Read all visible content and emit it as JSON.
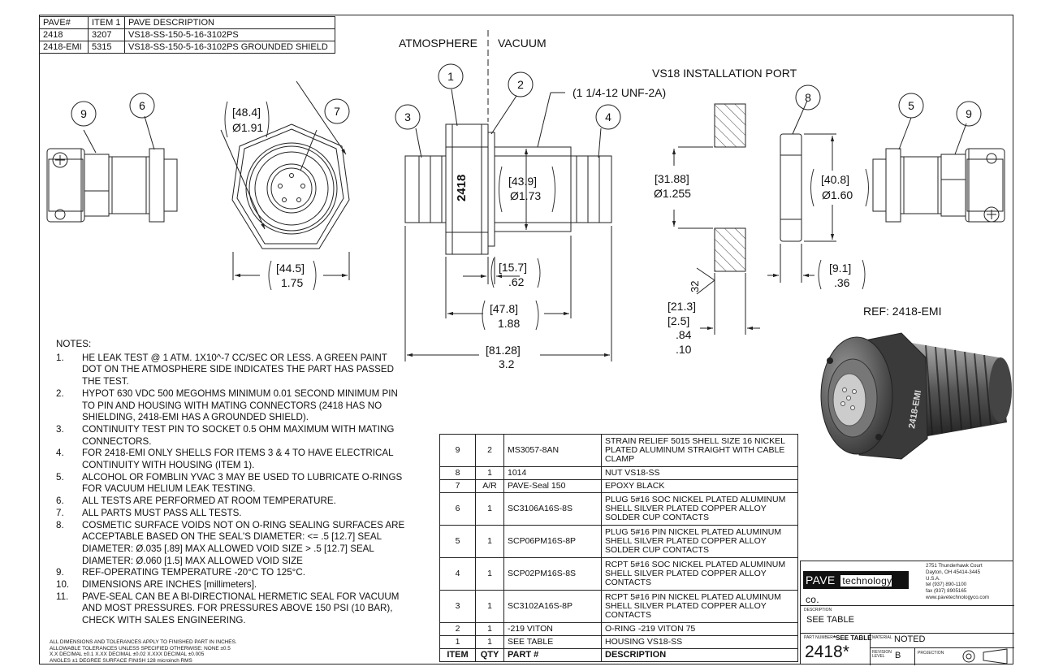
{
  "pave_table": {
    "rows": [
      [
        "PAVE#",
        "ITEM 1",
        "PAVE DESCRIPTION"
      ],
      [
        "2418",
        "3207",
        "VS18-SS-150-5-16-3102PS"
      ],
      [
        "2418-EMI",
        "5315",
        "VS18-SS-150-5-16-3102PS GROUNDED SHIELD"
      ]
    ]
  },
  "labels": {
    "atmosphere": "ATMOSPHERE",
    "vacuum": "VACUUM",
    "install_port": "VS18 INSTALLATION PORT",
    "thread": "(1 1/4-12 UNF-2A)",
    "ref": "REF: 2418-EMI",
    "body_marking": "2418",
    "iso_marking": "2418-EMI",
    "angle": "32"
  },
  "balloons": [
    "9",
    "6",
    "7",
    "1",
    "2",
    "3",
    "4",
    "8",
    "5",
    "9"
  ],
  "dims": {
    "d_48": "[48.4]",
    "d_191": "Ø1.91",
    "d_445": "[44.5]",
    "d_175": "1.75",
    "d_439": "[43.9]",
    "d_173": "Ø1.73",
    "d_157": "[15.7]",
    "d_62": ".62",
    "d_478": "[47.8]",
    "d_188": "1.88",
    "d_8128": "[81.28]",
    "d_32": "3.2",
    "d_3188": "[31.88]",
    "d_1255": "Ø1.255",
    "d_213": "[21.3]",
    "d_25": "[2.5]",
    "d_84": ".84",
    "d_10": ".10",
    "d_408": "[40.8]",
    "d_160": "Ø1.60",
    "d_91": "[9.1]",
    "d_36": ".36"
  },
  "notes": {
    "title": "NOTES:",
    "items": [
      {
        "n": "1.",
        "t": "HE LEAK TEST @ 1 ATM. 1X10^-7 CC/SEC OR LESS. A GREEN PAINT DOT ON THE ATMOSPHERE SIDE INDICATES THE PART HAS PASSED THE TEST."
      },
      {
        "n": "2.",
        "t": "HYPOT 630 VDC 500 MEGOHMS MINIMUM 0.01 SECOND MINIMUM PIN TO PIN AND HOUSING WITH MATING CONNECTORS (2418 HAS NO SHIELDING, 2418-EMI HAS A GROUNDED SHIELD)."
      },
      {
        "n": "3.",
        "t": "CONTINUITY TEST PIN TO SOCKET 0.5 OHM MAXIMUM WITH MATING CONNECTORS."
      },
      {
        "n": "4.",
        "t": "FOR 2418-EMI ONLY SHELLS FOR ITEMS 3 & 4 TO HAVE ELECTRICAL CONTINUITY WITH HOUSING (ITEM 1)."
      },
      {
        "n": "5.",
        "t": "ALCOHOL OR FOMBLIN YVAC 3 MAY BE USED TO LUBRICATE O-RINGS FOR VACUUM HELIUM LEAK TESTING."
      },
      {
        "n": "6.",
        "t": "ALL TESTS ARE PERFORMED AT ROOM TEMPERATURE."
      },
      {
        "n": "7.",
        "t": "ALL PARTS MUST PASS ALL TESTS."
      },
      {
        "n": "8.",
        "t": "COSMETIC SURFACE VOIDS NOT ON O-RING SEALING SURFACES ARE ACCEPTABLE BASED ON THE SEAL'S DIAMETER: <= .5 [12.7] SEAL DIAMETER: Ø.035 [.89] MAX ALLOWED VOID SIZE > .5 [12.7] SEAL DIAMETER: Ø.060 [1.5] MAX ALLOWED VOID SIZE"
      },
      {
        "n": "9.",
        "t": "REF-OPERATING TEMPERATURE -20°C TO 125°C."
      },
      {
        "n": "10.",
        "t": "DIMENSIONS ARE INCHES [millimeters]."
      },
      {
        "n": "11.",
        "t": "PAVE-SEAL CAN BE A BI-DIRECTIONAL HERMETIC SEAL FOR VACUUM AND MOST PRESSURES. FOR PRESSURES ABOVE 150 PSI (10 BAR), CHECK WITH SALES ENGINEERING."
      }
    ]
  },
  "tolerance": {
    "lines": [
      "ALL DIMENSIONS AND TOLERANCES APPLY TO FINISHED PART IN INCHES.",
      "ALLOWABLE TOLERANCES UNLESS SPECIFIED OTHERWISE: NONE ±0.5",
      "X.X DECIMAL ±0.1  X.XX DECIMAL ±0.02  X.XXX DECIMAL ±0.005",
      "ANGLES ±1 DEGREE  SURFACE FINISH 128 microinch RMS"
    ]
  },
  "bom": {
    "rows": [
      {
        "item": "9",
        "qty": "2",
        "part": "MS3057-8AN",
        "desc": "STRAIN RELIEF 5015 SHELL SIZE 16 NICKEL PLATED ALUMINUM STRAIGHT WITH CABLE CLAMP"
      },
      {
        "item": "8",
        "qty": "1",
        "part": "1014",
        "desc": "NUT VS18-SS"
      },
      {
        "item": "7",
        "qty": "A/R",
        "part": "PAVE-Seal 150",
        "desc": "EPOXY BLACK"
      },
      {
        "item": "6",
        "qty": "1",
        "part": "SC3106A16S-8S",
        "desc": "PLUG 5#16 SOC NICKEL PLATED ALUMINUM SHELL SILVER PLATED COPPER ALLOY SOLDER CUP CONTACTS"
      },
      {
        "item": "5",
        "qty": "1",
        "part": "SCP06PM16S-8P",
        "desc": "PLUG 5#16 PIN NICKEL PLATED ALUMINUM SHELL SILVER PLATED COPPER ALLOY SOLDER CUP CONTACTS"
      },
      {
        "item": "4",
        "qty": "1",
        "part": "SCP02PM16S-8S",
        "desc": "RCPT 5#16 SOC NICKEL PLATED ALUMINUM SHELL SILVER PLATED COPPER ALLOY CONTACTS"
      },
      {
        "item": "3",
        "qty": "1",
        "part": "SC3102A16S-8P",
        "desc": "RCPT 5#16 PIN NICKEL PLATED ALUMINUM SHELL SILVER PLATED COPPER ALLOY CONTACTS"
      },
      {
        "item": "2",
        "qty": "1",
        "part": "-219 VITON",
        "desc": "O-RING -219 VITON 75"
      },
      {
        "item": "1",
        "qty": "1",
        "part": "SEE TABLE",
        "desc": "HOUSING VS18-SS"
      }
    ],
    "header": {
      "item": "ITEM",
      "qty": "QTY",
      "part": "PART #",
      "desc": "DESCRIPTION"
    }
  },
  "title_block": {
    "logo_a": "PAVE",
    "logo_b": "technology co.",
    "address": [
      "2751 Thunderhawk Court",
      "Dayton, OH 45414-3445",
      "U.S.A.",
      "tel (937) 890-1100",
      "fax (937) 8905165",
      "www.pavetechnologyco.com"
    ],
    "desc_label": "DESCRIPTION",
    "desc_value": "SEE TABLE",
    "part_label": "PART NUMBER",
    "part_note": "*SEE TABLE",
    "part_value": "2418*",
    "material_label": "MATERIAL",
    "material_value": "NOTED",
    "rev_label": "REVISION LEVEL",
    "rev_value": "B",
    "proj_label": "PROJECTION"
  },
  "colors": {
    "line": "#222222",
    "hatch": "#444444",
    "iso_dark": "#3a3a3a",
    "iso_mid": "#8a8a8a"
  }
}
